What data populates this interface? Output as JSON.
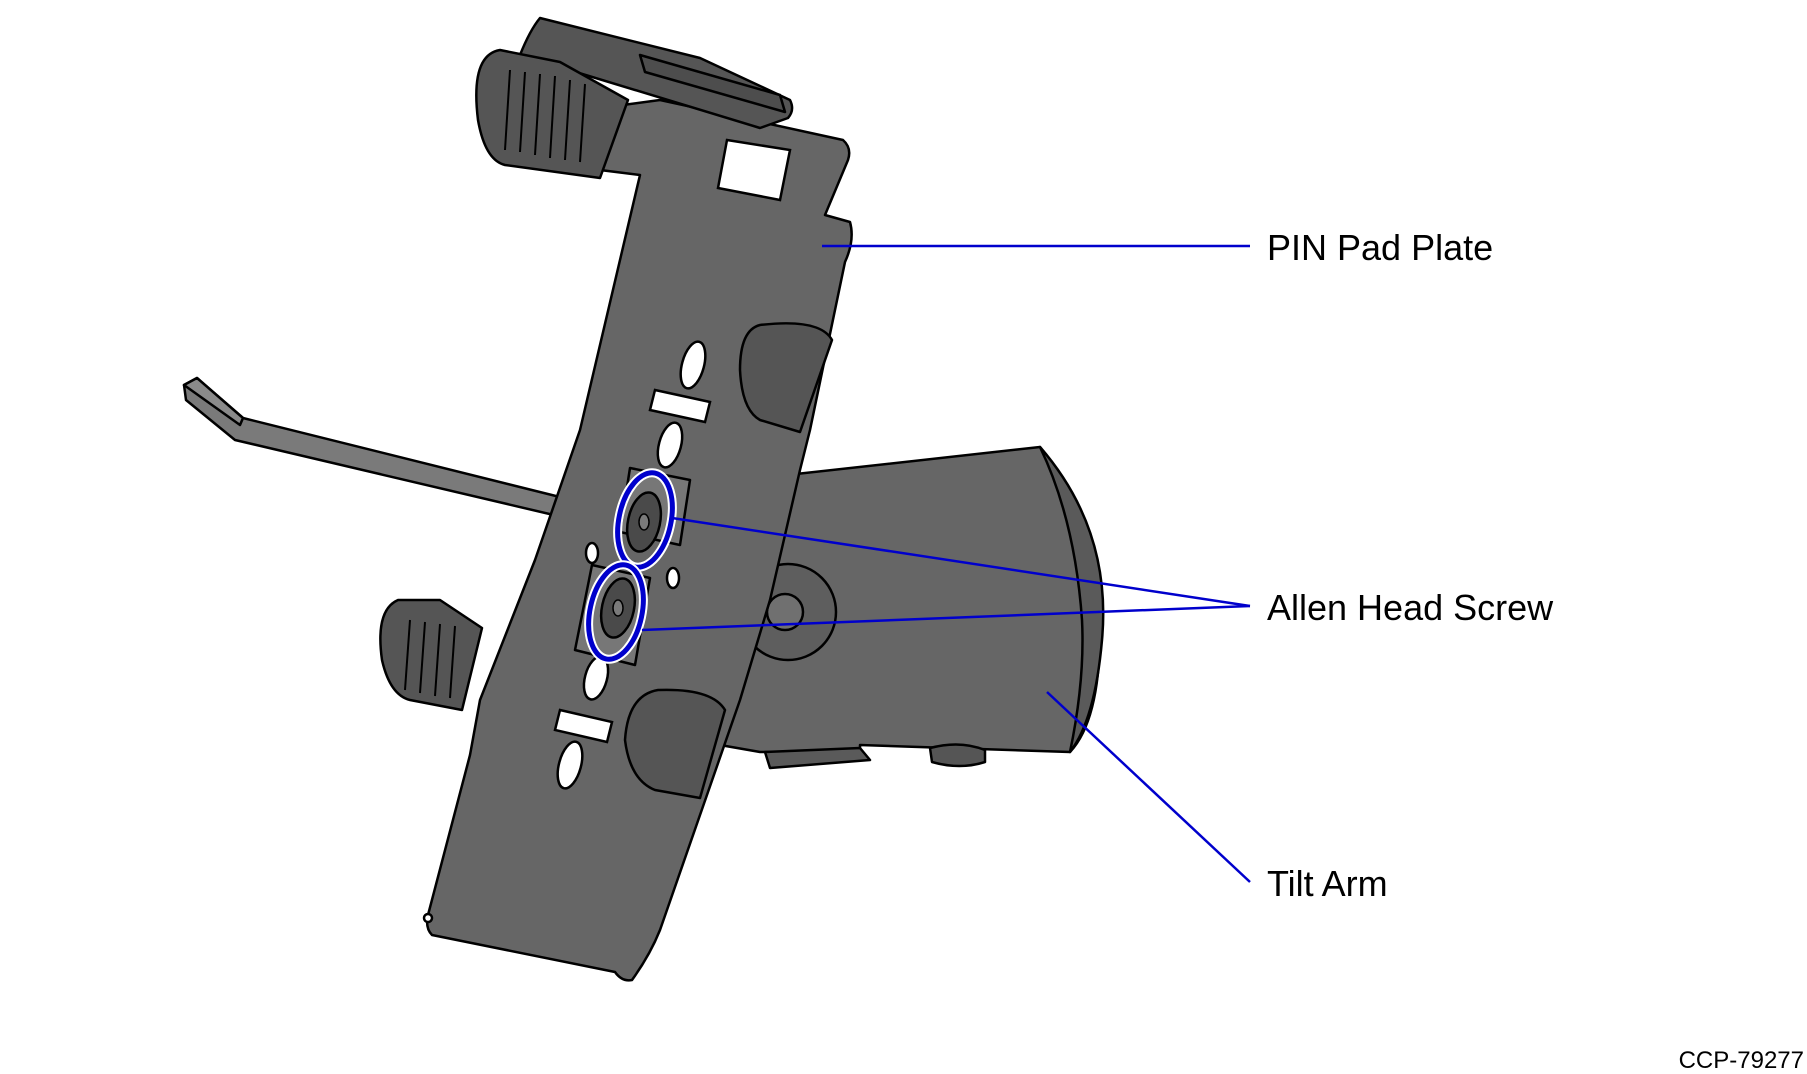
{
  "callouts": {
    "pin_pad_plate": "PIN Pad Plate",
    "allen_head_screw": "Allen Head Screw",
    "tilt_arm": "Tilt Arm"
  },
  "figure_id": "CCP-79277",
  "colors": {
    "part_fill": "#666666",
    "part_dark": "#4a4a4a",
    "outline": "#000000",
    "leader": "#0000cc",
    "background": "#ffffff"
  }
}
